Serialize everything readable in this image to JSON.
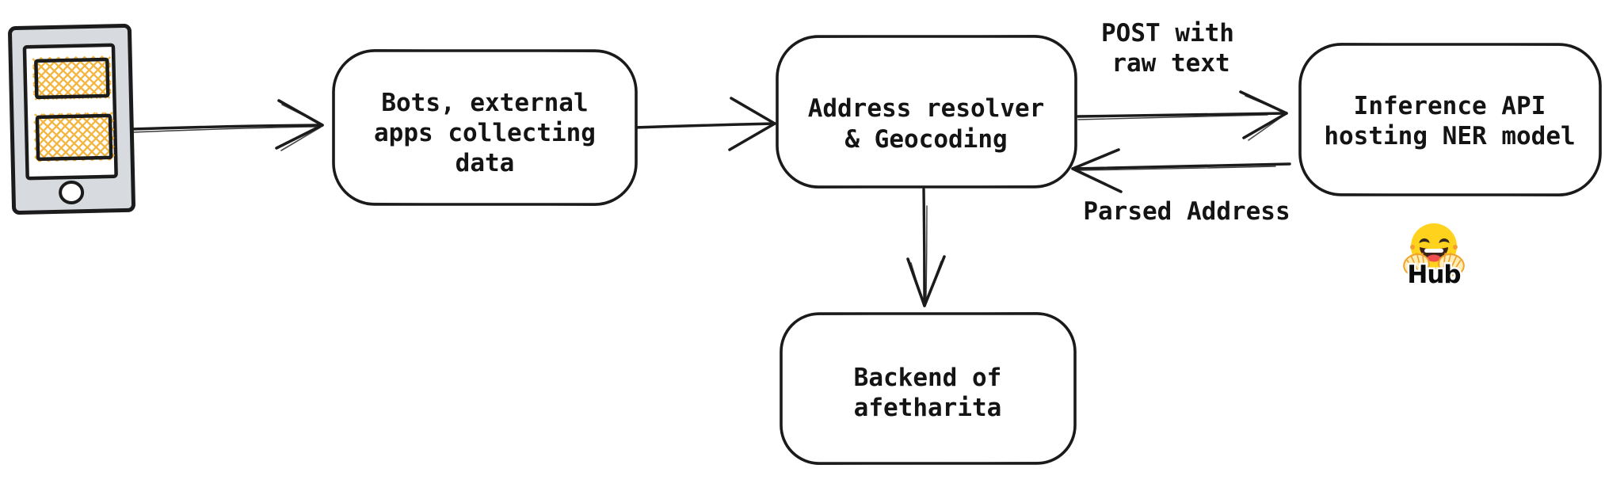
{
  "diagram": {
    "nodes": {
      "bots": {
        "lines": [
          "Bots, external",
          "apps collecting",
          "data"
        ]
      },
      "address_resolver": {
        "lines": [
          "Address resolver",
          "& Geocoding"
        ]
      },
      "inference_api": {
        "lines": [
          "Inference API",
          "hosting NER model"
        ]
      },
      "backend": {
        "lines": [
          "Backend of",
          "afetharita"
        ]
      }
    },
    "edge_labels": {
      "post_line1": "POST with",
      "post_line2": "raw text",
      "parsed": "Parsed Address"
    },
    "hub": {
      "label": "Hub",
      "icon": "hugging-face-icon"
    },
    "icons": {
      "source": "mobile-phone-icon"
    },
    "colors": {
      "ink": "#1b1b1b",
      "hatch_yellow": "#f2b134",
      "phone_gray": "#d7dbdf",
      "hf_yellow": "#ffd21e",
      "background": "#ffffff"
    }
  }
}
